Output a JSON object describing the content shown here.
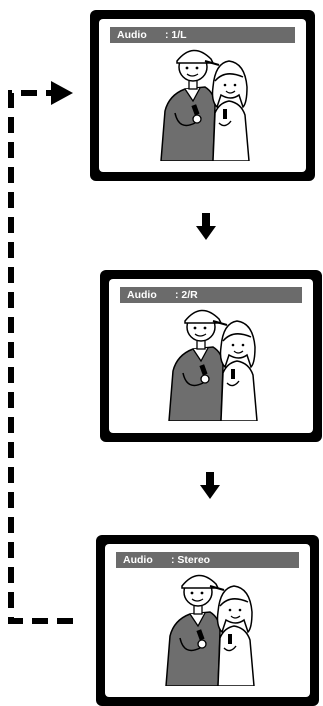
{
  "screens": [
    {
      "label": "Audio",
      "value": ": 1/L"
    },
    {
      "label": "Audio",
      "value": ": 2/R"
    },
    {
      "label": "Audio",
      "value": ": Stereo"
    }
  ],
  "icons": {
    "flow_arrow": "arrow-down-icon",
    "loop": "dashed-loop-arrow-icon",
    "scene": "singers-illustration"
  },
  "colors": {
    "bezel": "#000000",
    "osd_bar": "#6b6b6b",
    "osd_text": "#ffffff"
  }
}
